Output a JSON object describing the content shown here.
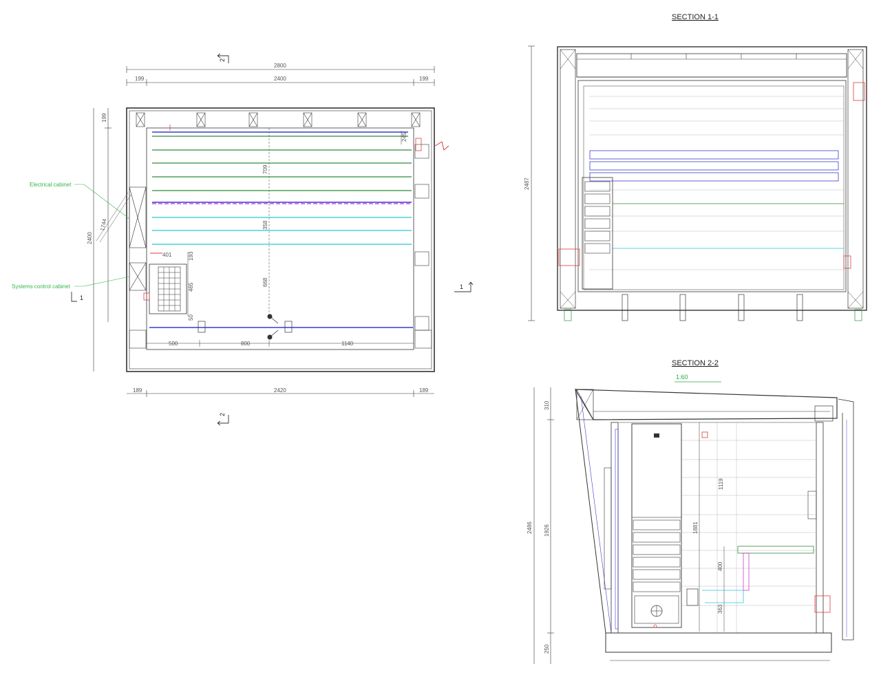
{
  "sections": {
    "section_1_title": "SECTION 1-1",
    "section_2_title": "SECTION 2-2",
    "section_2_scale": "1:60"
  },
  "plan": {
    "top_overall": "2800",
    "top_left": "199",
    "top_middle": "2400",
    "top_right": "199",
    "bottom_left": "189",
    "bottom_middle": "2420",
    "bottom_right": "189",
    "left_199": "199",
    "left_2400": "2400",
    "left_1744": "1744",
    "inner_709": "709",
    "inner_358": "358",
    "inner_668": "668",
    "inner_193": "193",
    "inner_465": "465",
    "inner_50": "50",
    "inner_401": "401",
    "inner_245": "245",
    "bottom_500": "500",
    "bottom_800": "800",
    "bottom_1140": "1140",
    "label_electrical": "Electrical cabinet",
    "label_systems": "Systems control cabinet",
    "marker_2_top": "2",
    "marker_2_bottom": "2",
    "marker_1_left": "1",
    "marker_1_right": "1"
  },
  "section1": {
    "height": "2487"
  },
  "section2": {
    "dim_310": "310",
    "dim_2486": "2486",
    "dim_1926": "1926",
    "dim_250": "250",
    "dim_1119": "1119",
    "dim_1881": "1881",
    "dim_400": "400",
    "dim_363": "363"
  },
  "colors": {
    "line": "#333333",
    "green": "#2e8b3a",
    "cyan": "#27c6d6",
    "blue": "#3a3ad0",
    "magenta": "#d020c0",
    "red": "#e23a3a",
    "label_green": "#39b54a"
  }
}
